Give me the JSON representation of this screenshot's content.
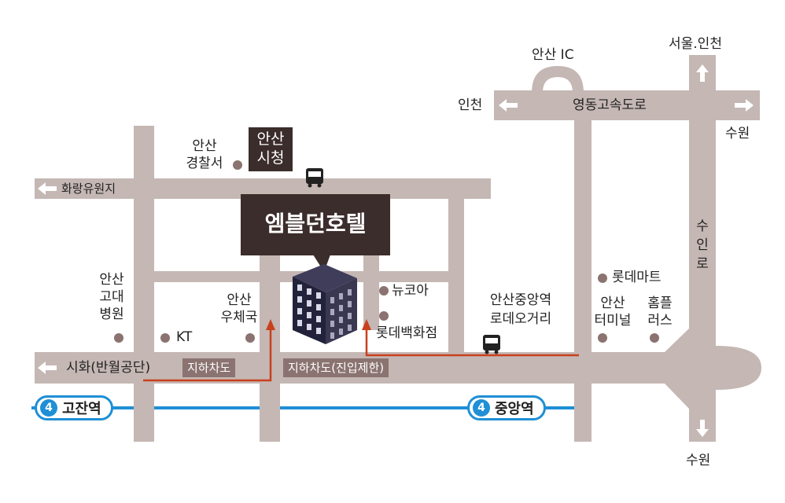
{
  "colors": {
    "road": "#c4b7b4",
    "dark": "#3b2d2b",
    "chip": "#8a7370",
    "subway": "#1f8fd6",
    "route": "#c9401d"
  },
  "icons": [
    "bus-icon",
    "arrow-left-icon",
    "arrow-right-icon",
    "arrow-up-icon",
    "arrow-down-icon",
    "building-icon"
  ],
  "labels": {
    "ansan_ic": "안산 IC",
    "seoul_incheon": "서울.인천",
    "incheon": "인천",
    "yeongdong": "영동고속도로",
    "suwon_right": "수원",
    "suin_road": "수인로",
    "suwon_bottom": "수원",
    "ansan_police_1": "안산",
    "ansan_police_2": "경찰서",
    "city_hall_1": "안산",
    "city_hall_2": "시청",
    "hwarang": "화랑유원지",
    "hotel": "엠블던호텔",
    "ansan_korea_1": "안산",
    "ansan_korea_2": "고대",
    "ansan_korea_3": "병원",
    "kt": "KT",
    "post_1": "안산",
    "post_2": "우체국",
    "newcore": "뉴코아",
    "lotte_dept": "롯데백화점",
    "rodeo_1": "안산중앙역",
    "rodeo_2": "로데오거리",
    "lotte_mart": "롯데마트",
    "terminal_1": "안산",
    "terminal_2": "터미널",
    "homeplus_1": "홈플",
    "homeplus_2": "러스",
    "sihwa": "시화(반월공단)",
    "underpass": "지하차도",
    "underpass_restricted": "지하차도(진입제한)"
  },
  "stations": [
    {
      "line": "4",
      "name": "고잔역"
    },
    {
      "line": "4",
      "name": "중앙역"
    }
  ]
}
